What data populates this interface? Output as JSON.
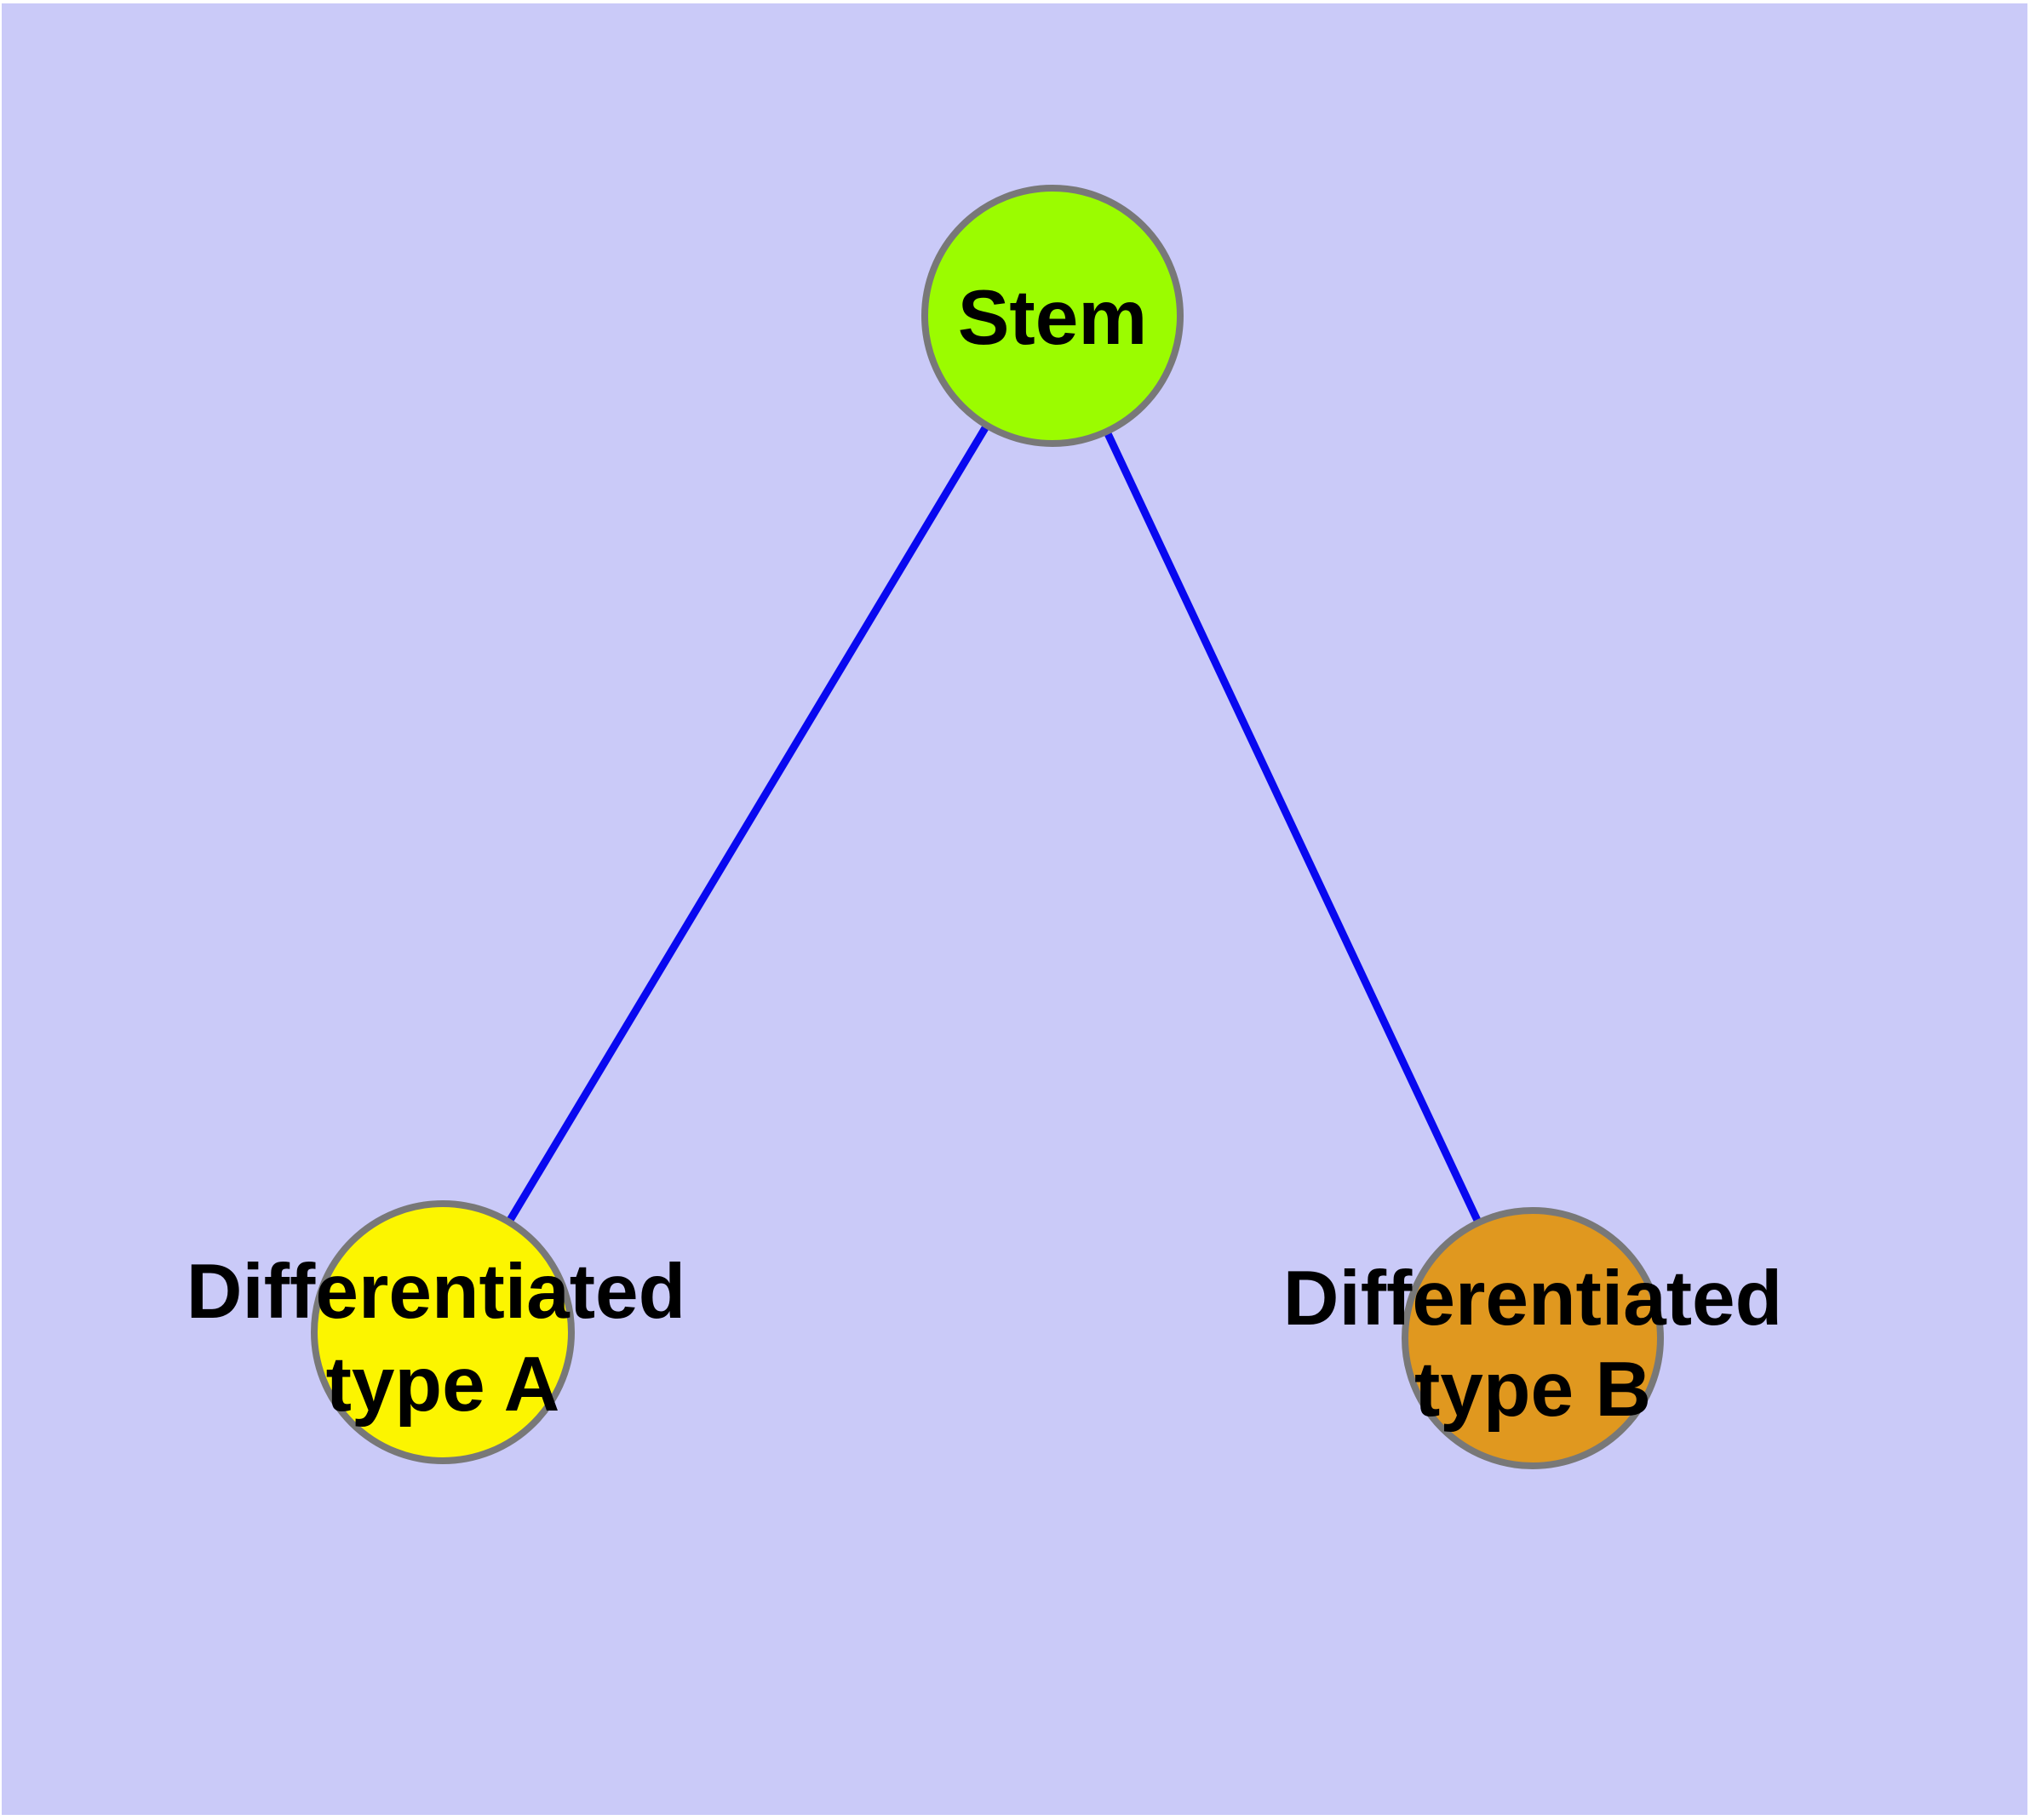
{
  "diagram": {
    "title": "stem-cell-differentiation-graph",
    "background_color": "#cacaf8",
    "page_border_color": "#ffffff",
    "edge_color": "#0808f0",
    "node_stroke_color": "#787878",
    "label_color": "#000000",
    "nodes": [
      {
        "id": "stem",
        "label": "Stem",
        "label_lines": [
          "Stem"
        ],
        "fill_color": "#9bfc00"
      },
      {
        "id": "differentiated-type-a",
        "label": "Differentiated type A",
        "label_lines": [
          "Differentiated",
          "type A"
        ],
        "fill_color": "#fcf500"
      },
      {
        "id": "differentiated-type-b",
        "label": "Differentiated type B",
        "label_lines": [
          "Differentiated",
          "type B"
        ],
        "fill_color": "#e0981f"
      }
    ],
    "edges": [
      {
        "from": "stem",
        "to": "differentiated-type-a"
      },
      {
        "from": "stem",
        "to": "differentiated-type-b"
      }
    ]
  }
}
